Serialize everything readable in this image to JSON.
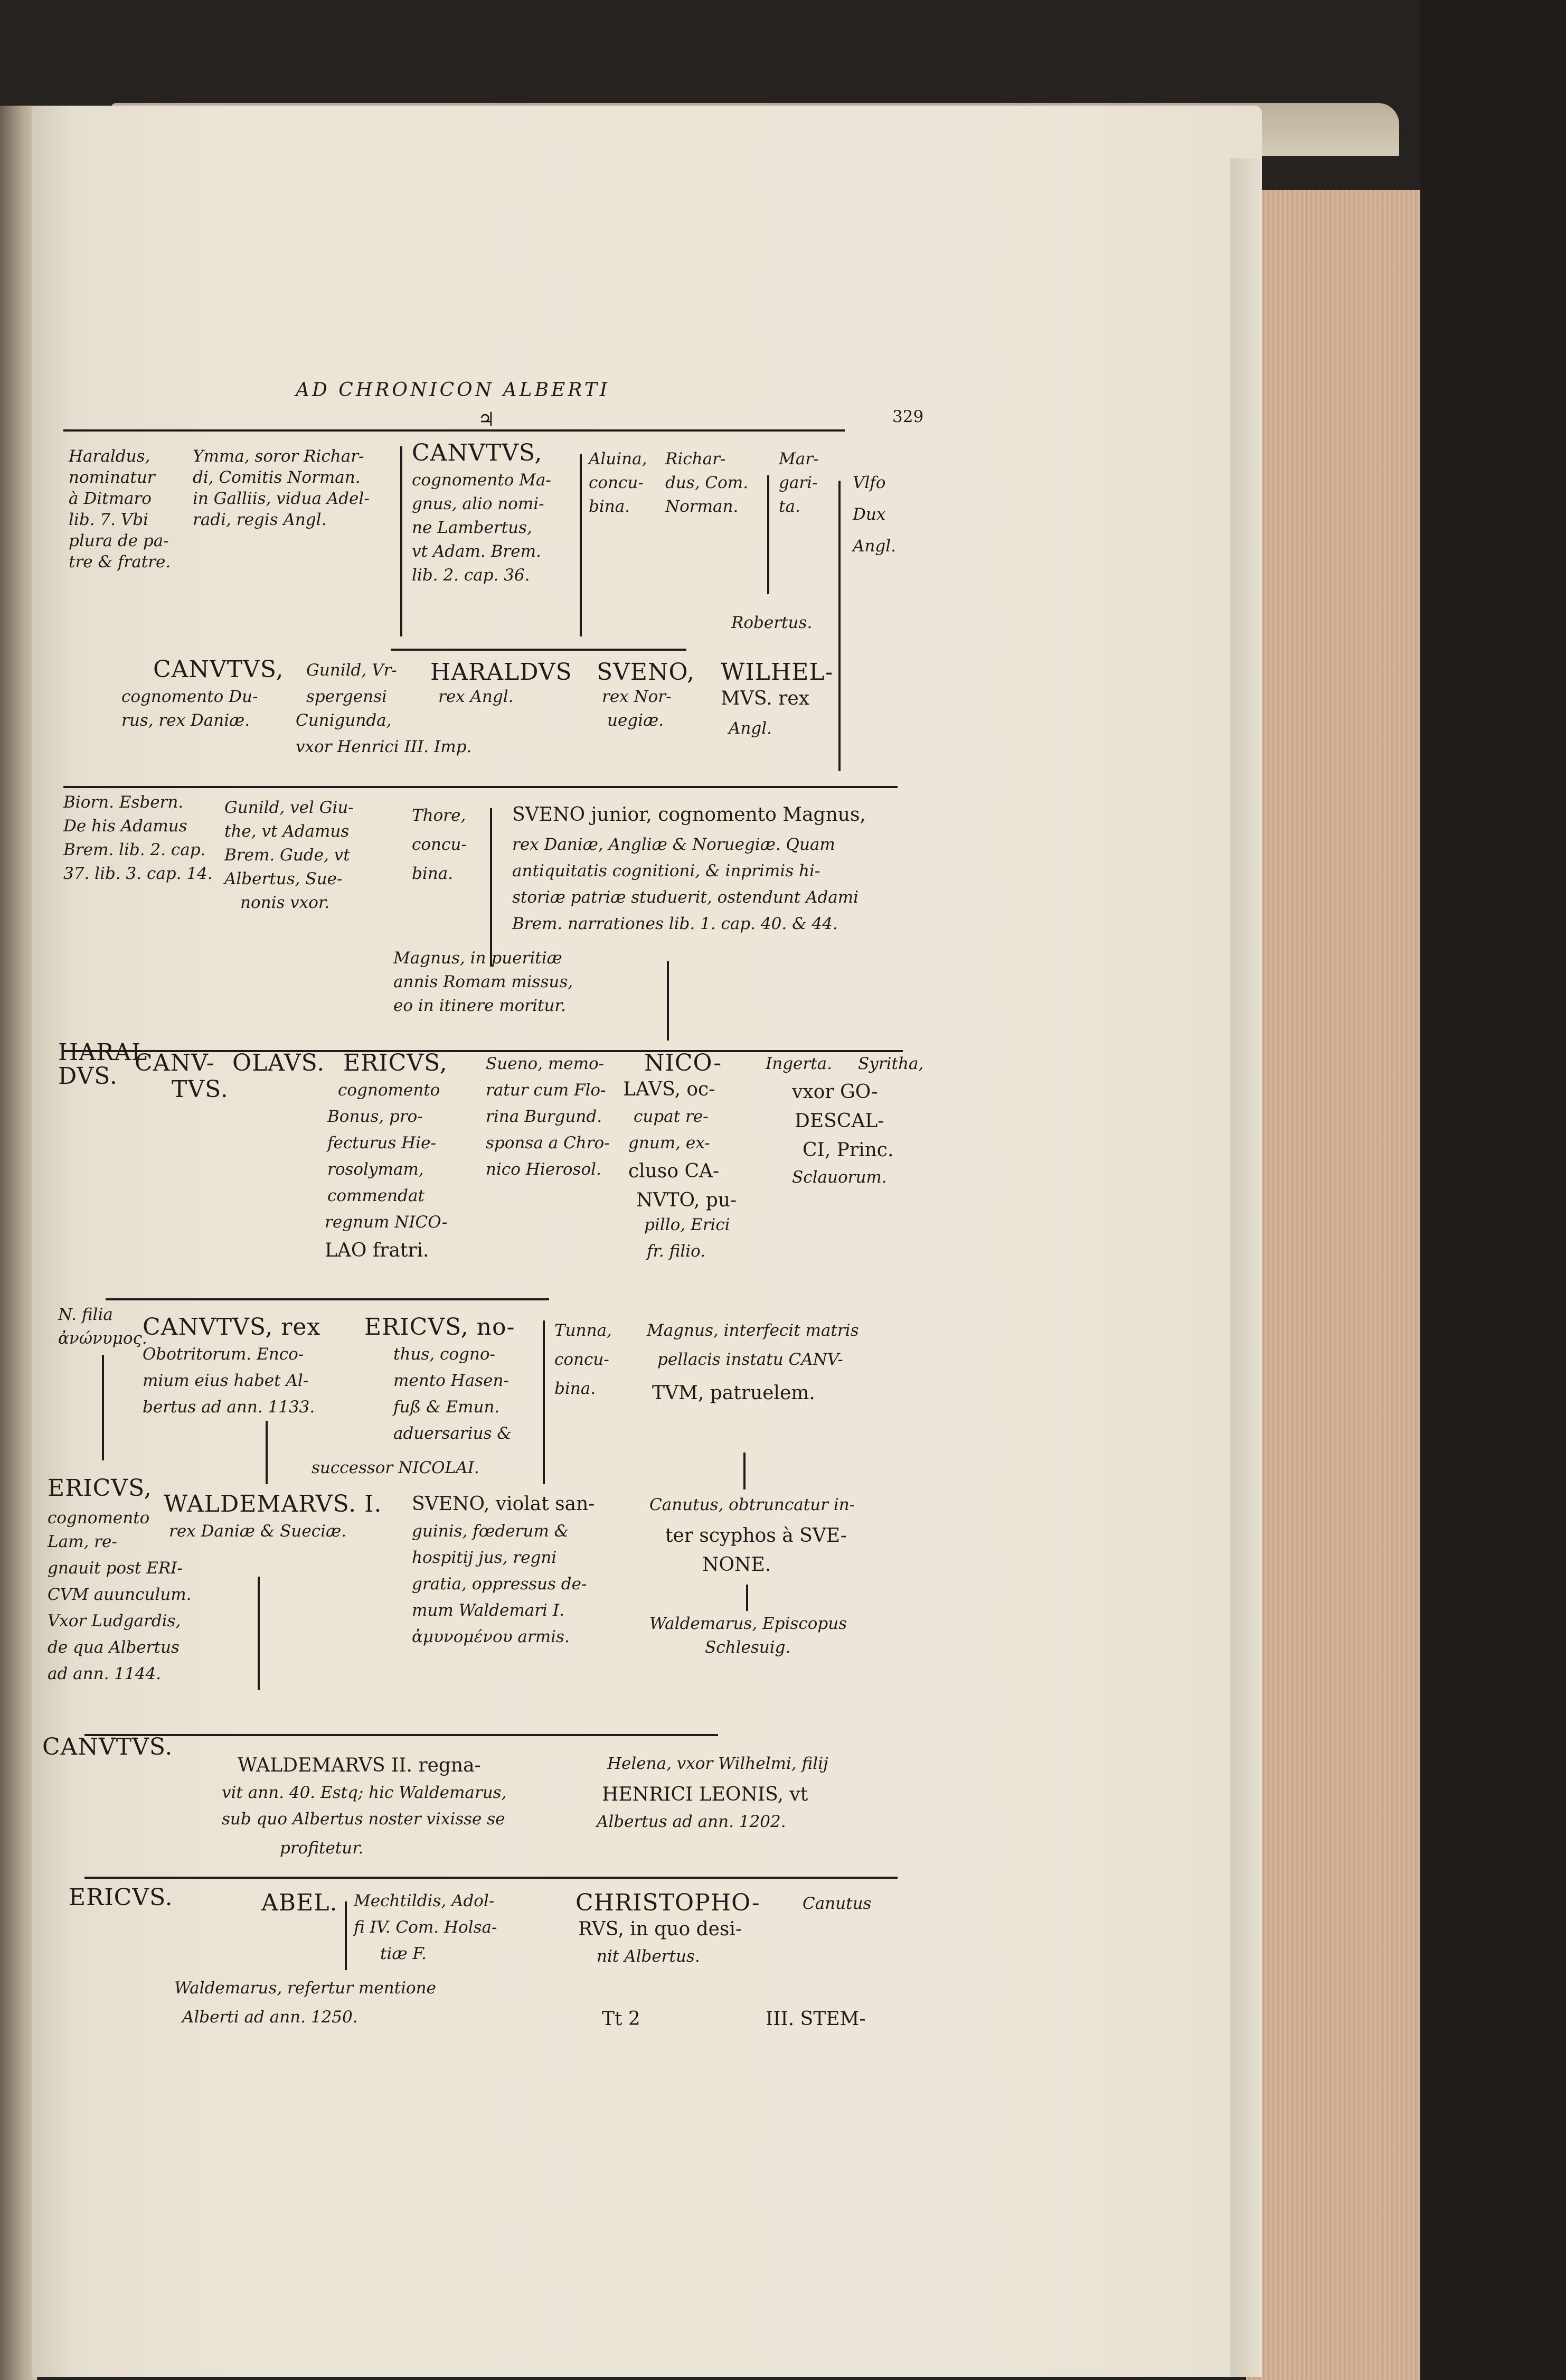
{
  "header": {
    "running_title": "AD CHRONICON ALBERTI",
    "symbol": "♃",
    "page_number": "329"
  },
  "gen1": {
    "haraldus": [
      "Haraldus,",
      "nominatur",
      "à Ditmaro",
      "lib. 7. Vbi",
      "plura de pa-",
      "tre & fratre."
    ],
    "ymma": [
      "Ymma, soror Richar-",
      "di, Comitis Norman.",
      "in Galliis, vidua Adel-",
      "radi, regis Angl."
    ],
    "canutus": [
      "CANVTVS,",
      "cognomento Ma-",
      "gnus, alio nomi-",
      "ne Lambertus,",
      "vt Adam. Brem.",
      "lib. 2. cap. 36."
    ],
    "aluina": [
      "Aluina,",
      "concu-",
      "bina."
    ],
    "richardus": [
      "Richar-",
      "dus, Com.",
      "Norman."
    ],
    "margarita": [
      "Mar-",
      "gari-",
      "ta."
    ],
    "vlfo": [
      "Vlfo",
      "Dux",
      "Angl."
    ],
    "robertus": "Robertus."
  },
  "gen2": {
    "canutus": [
      "CANVTVS,",
      "cognomento Du-",
      "rus, rex Daniæ."
    ],
    "gunild": [
      "Gunild, Vr-",
      "spergensi",
      "Cunigunda,",
      "vxor Henrici III. Imp."
    ],
    "haraldus": [
      "HARALDVS",
      "rex Angl."
    ],
    "sueno": [
      "SVENO,",
      "rex Nor-",
      "uegiæ."
    ],
    "wilhelmus": [
      "WILHEL-",
      "MVS. rex",
      "Angl."
    ]
  },
  "gen3": {
    "biorn": [
      "Biorn. Esbern.",
      "De his Adamus",
      "Brem. lib. 2. cap.",
      "37. lib. 3. cap. 14."
    ],
    "gunild": [
      "Gunild, vel Giu-",
      "the, vt Adamus",
      "Brem. Gude, vt",
      "Albertus, Sue-",
      "nonis vxor."
    ],
    "thore": [
      "Thore,",
      "concu-",
      "bina."
    ],
    "sueno_junior": [
      "SVENO junior, cognomento Magnus,",
      "rex Daniæ, Angliæ & Noruegiæ. Quam",
      "antiquitatis cognitioni, & inprimis hi-",
      "storiæ patriæ studuerit, ostendunt Adami",
      "Brem. narrationes lib. 1. cap. 40. & 44."
    ],
    "magnus": [
      "Magnus, in pueritiæ",
      "annis Romam missus,",
      "eo in itinere moritur."
    ]
  },
  "gen4": {
    "haraldus": [
      "HARAL",
      "DVS."
    ],
    "canutus": [
      "CANV-",
      "TVS."
    ],
    "olaus": "OLAVS.",
    "ericus": [
      "ERICVS,",
      "cognomento",
      "Bonus, pro-",
      "fecturus Hie-",
      "rosolymam,",
      "commendat",
      "regnum NICO-",
      "LAO fratri."
    ],
    "sueno_memo": [
      "Sueno, memo-",
      "ratur cum Flo-",
      "rina Burgund.",
      "sponsa a Chro-",
      "nico Hierosol."
    ],
    "nicolaus": [
      "NICO-",
      "LAVS, oc-",
      "cupat re-",
      "gnum, ex-",
      "cluso CA-",
      "NVTO, pu-",
      "pillo, Erici",
      "fr. filio."
    ],
    "ingerta": "Ingerta.",
    "syritha": [
      "Syritha,",
      "vxor GO-",
      "DESCAL-",
      "CI, Princ.",
      "Sclauorum."
    ]
  },
  "gen5": {
    "nfilia": [
      "N. filia",
      "ἀνώνυμος."
    ],
    "canutus": [
      "CANVTVS, rex",
      "Obotritorum. Enco-",
      "mium eius habet Al-",
      "bertus ad ann. 1133."
    ],
    "ericus": [
      "ERICVS, no-",
      "thus, cogno-",
      "mento Hasen-",
      "fuß & Emun.",
      "aduersarius &",
      "successor NICOLAI."
    ],
    "tunna": [
      "Tunna,",
      "concu-",
      "bina."
    ],
    "magnus": [
      "Magnus, interfecit matris",
      "pellacis instatu CANV-",
      "TVM, patruelem."
    ]
  },
  "gen6": {
    "ericus": [
      "ERICVS,",
      "cognomento",
      "Lam, re-",
      "gnauit post ERI-",
      "CVM auunculum.",
      "Vxor Ludgardis,",
      "de qua Albertus",
      "ad ann. 1144."
    ],
    "waldemarus": [
      "WALDEMARVS. I.",
      "rex Daniæ & Sueciæ."
    ],
    "sueno": [
      "SVENO, violat san-",
      "guinis, fœderum &",
      "hospitij jus, regni",
      "gratia, oppressus de-",
      "mum Waldemari I.",
      "ἀμυνομένου armis."
    ],
    "canutus_obt": [
      "Canutus, obtruncatur in-",
      "ter scyphos à SVE-",
      "NONE."
    ],
    "waldemarus_ep": [
      "Waldemarus, Episcopus",
      "Schlesuig."
    ]
  },
  "gen7": {
    "canutus": "CANVTVS.",
    "waldemarus2": [
      "WALDEMARVS II. regna-",
      "vit ann. 40. Estq; hic Waldemarus,",
      "sub quo Albertus noster vixisse se",
      "profitetur."
    ],
    "helena": [
      "Helena, vxor Wilhelmi, filij",
      "HENRICI LEONIS, vt",
      "Albertus ad ann. 1202."
    ]
  },
  "gen8": {
    "ericus": "ERICVS.",
    "abel": "ABEL.",
    "mechtildis": [
      "Mechtildis, Adol-",
      "fi IV. Com. Holsa-",
      "tiæ F."
    ],
    "christophorus": [
      "CHRISTOPHO-",
      "RVS, in quo desi-",
      "nit Albertus."
    ],
    "canutus": "Canutus",
    "waldemarus": [
      "Waldemarus, refertur mentione",
      "Alberti ad ann. 1250."
    ]
  },
  "footer": {
    "signature": "Tt 2",
    "catchword": "III. STEM-"
  }
}
